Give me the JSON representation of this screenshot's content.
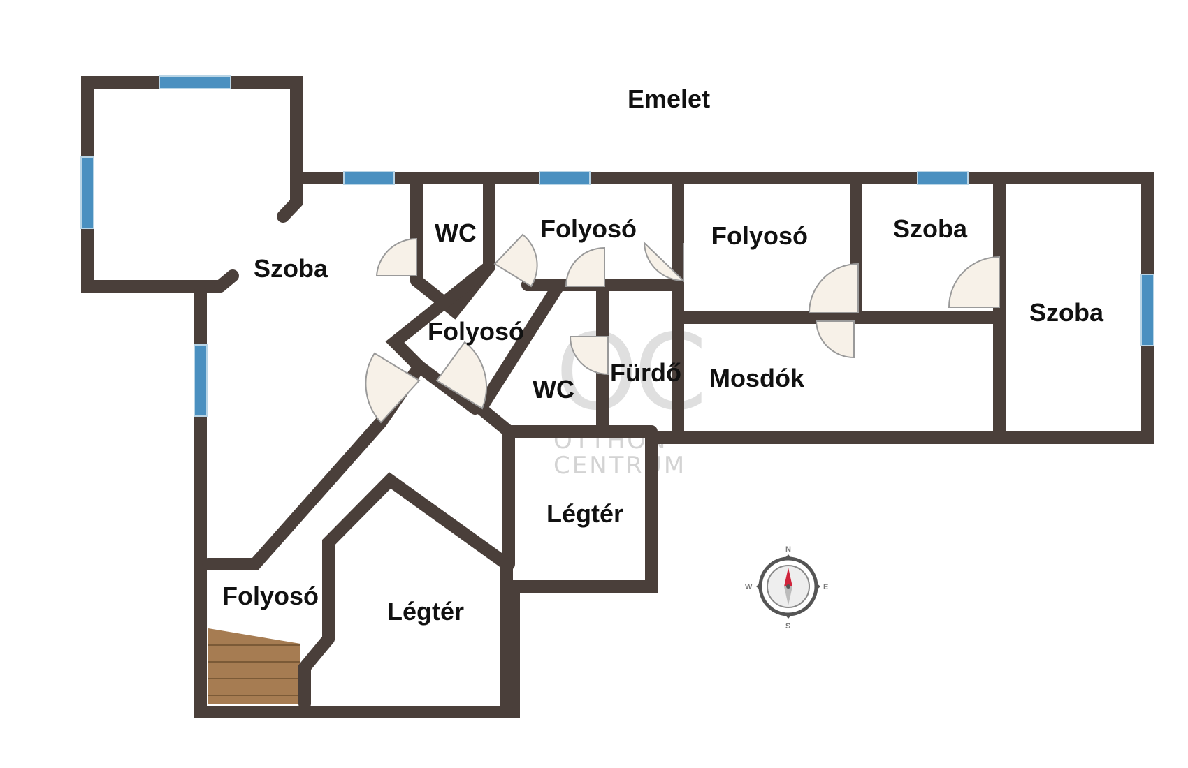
{
  "plan": {
    "title": "Emelet",
    "colors": {
      "wall": "#4a3f3a",
      "window": "#4a90c0",
      "door_fill": "#f7f1e8",
      "stairs": "#a67c52",
      "compass_needle_north": "#d0243c"
    },
    "rooms": {
      "szoba_left": "Szoba",
      "wc_top": "WC",
      "folyoso_top": "Folyosó",
      "folyoso_center": "Folyosó",
      "szoba_upper": "Szoba",
      "folyoso_diag": "Folyosó",
      "wc_center": "WC",
      "furdo": "Fürdő",
      "mosdok": "Mosdók",
      "szoba_right": "Szoba",
      "legter_center": "Légtér",
      "folyoso_bottom": "Folyosó",
      "legter_bottom": "Légtér"
    },
    "watermark": {
      "logo": "OC",
      "line1": "OTTHON",
      "line2": "CENTRUM"
    },
    "compass": {
      "icon": "compass-icon",
      "n": "N",
      "e": "E",
      "s": "S",
      "w": "W"
    }
  }
}
